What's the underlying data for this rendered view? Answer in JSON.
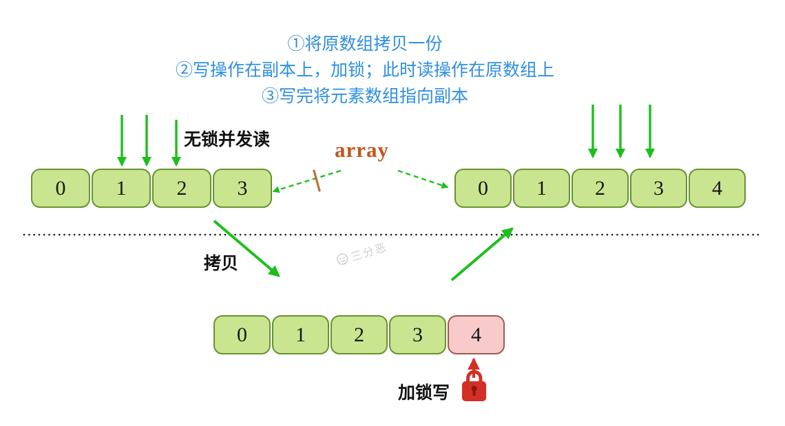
{
  "instructions": {
    "line1": "①将原数组拷贝一份",
    "line2": "②写操作在副本上，加锁；此时读操作在原数组上",
    "line3": "③写完将元素数组指向副本"
  },
  "labels": {
    "concurrent_read": "无锁并发读",
    "array_pointer": "array",
    "copy": "拷贝",
    "locked_write": "加锁写",
    "watermark": "三分恶"
  },
  "arrays": {
    "original": {
      "cells": [
        "0",
        "1",
        "2",
        "3"
      ]
    },
    "new_array": {
      "cells": [
        "0",
        "1",
        "2",
        "3",
        "4"
      ]
    },
    "copy": {
      "cells": [
        "0",
        "1",
        "2",
        "3",
        "4"
      ],
      "highlighted_index": 4
    }
  },
  "colors": {
    "instruction_text": "#2e8fe0",
    "cell_fill": "#c9e590",
    "cell_border": "#67922f",
    "highlight_fill": "#f9caca",
    "highlight_border": "#9c5b51",
    "arrow_green": "#1dbf1d",
    "array_label": "#c0561b",
    "slash": "#b0763a",
    "lock_red": "#d22f27",
    "separator": "#1a1a1a",
    "text": "#111111",
    "watermark": "#c2c2c2"
  }
}
